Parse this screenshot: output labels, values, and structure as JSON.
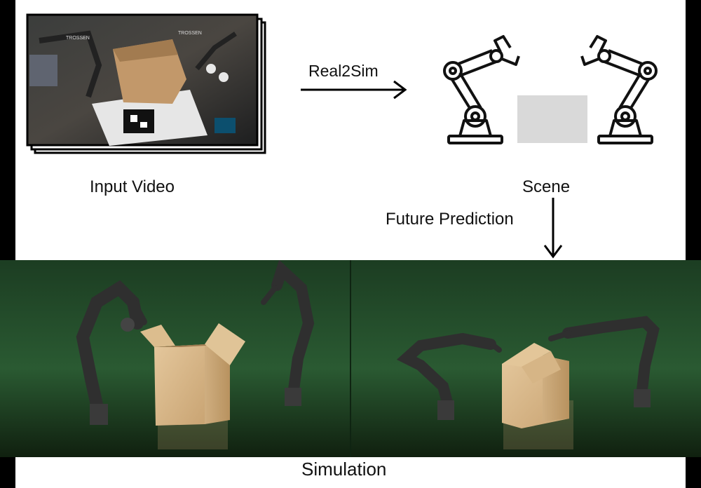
{
  "labels": {
    "input": "Input Video",
    "real2sim": "Real2Sim",
    "scene": "Scene",
    "future": "Future Prediction",
    "simulation": "Simulation"
  },
  "photo_text": {
    "brand_left": "TROSSEN",
    "brand_right": "TROSSEN"
  },
  "colors": {
    "sim_background": "#1f4a28",
    "box_wood": "#d8b88b",
    "scene_box": "#d9d9d9",
    "robot": "#3a3a3a"
  }
}
